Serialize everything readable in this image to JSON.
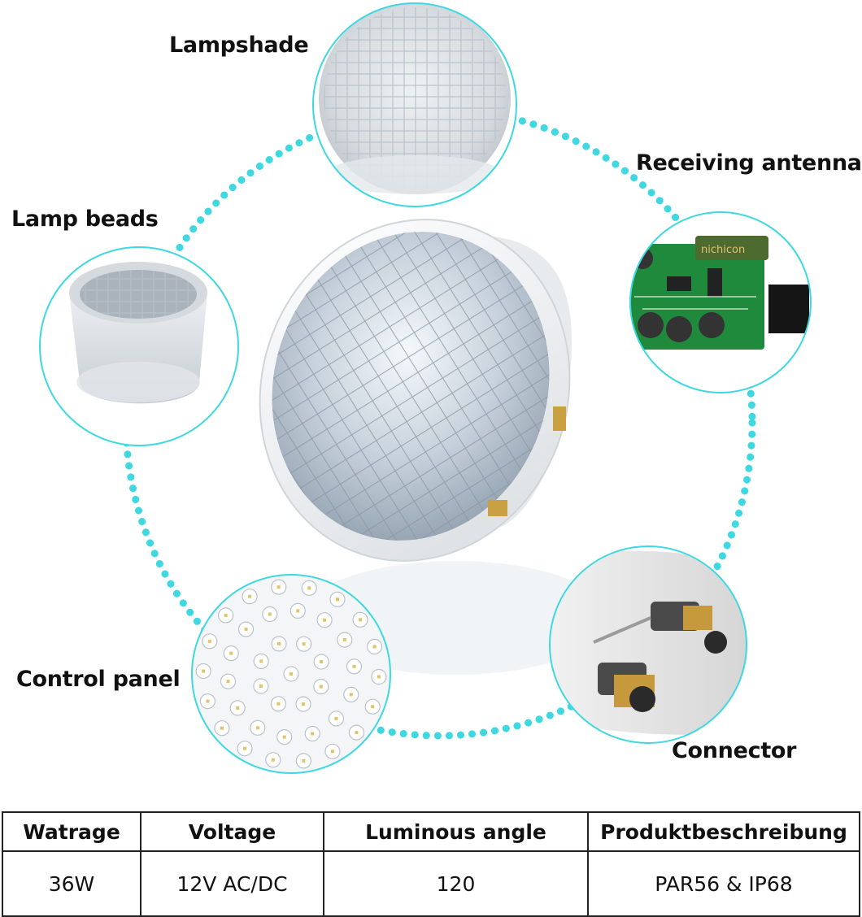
{
  "labels": {
    "lampshade": "Lampshade",
    "receiving_antenna": "Receiving antenna",
    "lamp_beads": "Lamp beads",
    "control_panel": "Control panel",
    "connector": "Connector"
  },
  "specs": {
    "headers": [
      "Watrage",
      "Voltage",
      "Luminous angle",
      "Produktbeschreibung"
    ],
    "values": [
      "36W",
      "12V AC/DC",
      "120",
      "PAR56 & IP68"
    ]
  },
  "colors": {
    "accent": "#3fd8e0",
    "pcb_green": "#1f8a3c",
    "text": "#111111"
  },
  "icons": {
    "lampshade": "lens-cover-photo",
    "receiving_antenna": "circuit-board-photo",
    "lamp_beads": "led-lens-photo",
    "control_panel": "led-board-photo",
    "connector": "screw-terminal-photo",
    "main": "par56-pool-lamp-photo"
  }
}
